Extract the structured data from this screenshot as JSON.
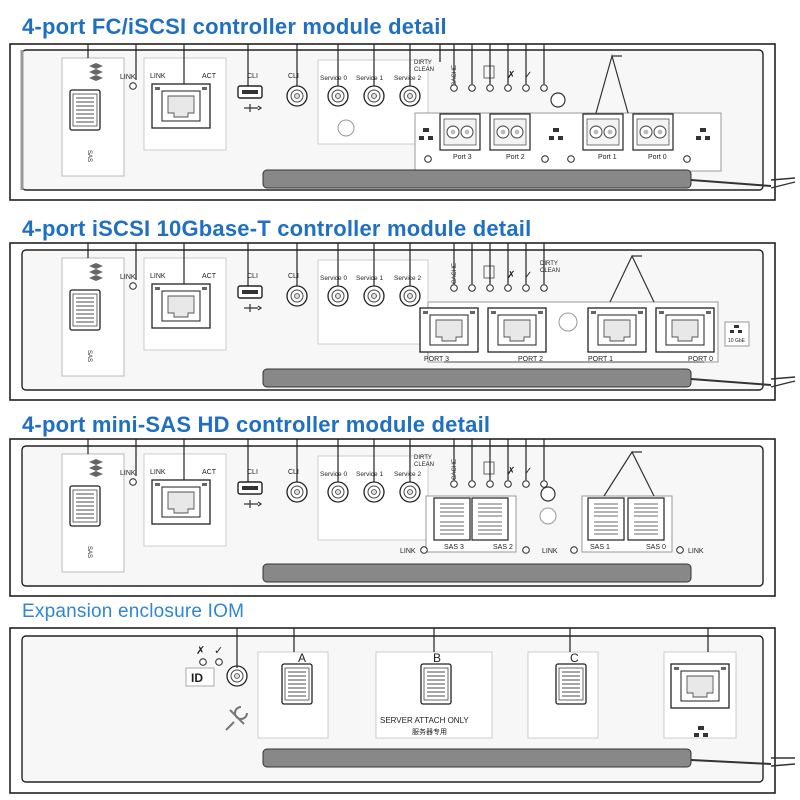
{
  "titles": {
    "fc_iscsi": "4-port FC/iSCSI controller module detail",
    "iscsi_10gbaset": "4-port iSCSI 10Gbase-T controller module detail",
    "mini_sas_hd": "4-port mini-SAS HD controller module detail",
    "expansion_iom": "Expansion enclosure IOM"
  },
  "labels": {
    "link": "LINK",
    "act": "ACT",
    "cli": "CLI",
    "service0": "Service 0",
    "service1": "Service 1",
    "service2": "Service 2",
    "dirty": "DIRTY",
    "clean": "CLEAN",
    "cache": "CACHE",
    "port3": "Port 3",
    "port2": "Port 2",
    "port1": "Port 1",
    "port0": "Port 0",
    "PORT3": "PORT 3",
    "PORT2": "PORT 2",
    "PORT1": "PORT 1",
    "PORT0": "PORT 0",
    "tengbe": "10 GbE",
    "sas3": "SAS 3",
    "sas2": "SAS 2",
    "sas1": "SAS 1",
    "sas0": "SAS 0",
    "sas_vertical": "SAS",
    "iom_a": "A",
    "iom_b": "B",
    "iom_c": "C",
    "id": "ID",
    "server_attach": "SERVER ATTACH ONLY",
    "server_attach_cn": "服务器专用"
  },
  "colors": {
    "title": "#1f6fc2",
    "title_light": "#2f86d6",
    "outline": "#1a1a1a",
    "rail": "#7a7a7a",
    "panel": "#f7f7f7"
  },
  "icons": [
    "sas-expander-icon",
    "usb-icon",
    "network-icon",
    "wrench-icon",
    "fault-icon",
    "ok-icon"
  ]
}
